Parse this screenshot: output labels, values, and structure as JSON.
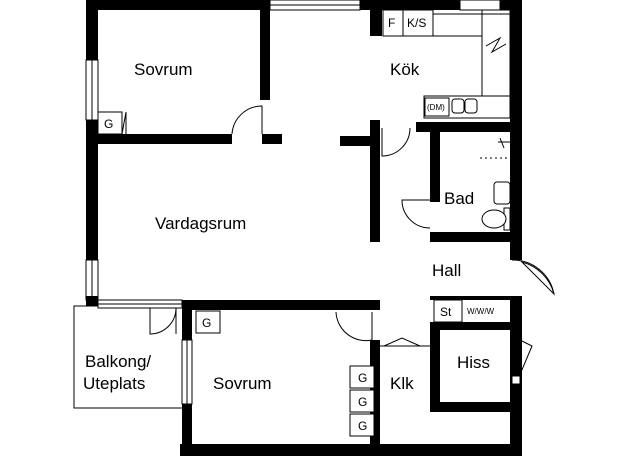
{
  "rooms": {
    "sovrum_top": "Sovrum",
    "kok": "Kök",
    "vardagsrum": "Vardagsrum",
    "bad": "Bad",
    "hall": "Hall",
    "balkong_line1": "Balkong/",
    "balkong_line2": "Uteplats",
    "sovrum_bottom": "Sovrum",
    "klk": "Klk",
    "hiss": "Hiss"
  },
  "fixtures": {
    "freezer": "F",
    "fridge_freezer": "K/S",
    "wardrobe": "G",
    "dishwasher": "(DM)",
    "storage": "St",
    "heater_marks": "W/W/W"
  }
}
